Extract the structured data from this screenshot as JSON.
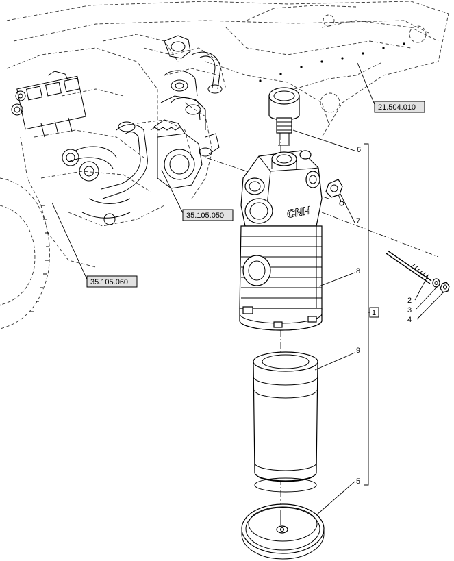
{
  "references": {
    "r1": "21.504.010",
    "r2": "35.105.050",
    "r3": "35.105.060"
  },
  "callouts": {
    "c1": "1",
    "c2": "2",
    "c3": "3",
    "c4": "4",
    "c5": "5",
    "c6": "6",
    "c7": "7",
    "c8": "8",
    "c9": "9"
  },
  "housing_logo": "CNH"
}
